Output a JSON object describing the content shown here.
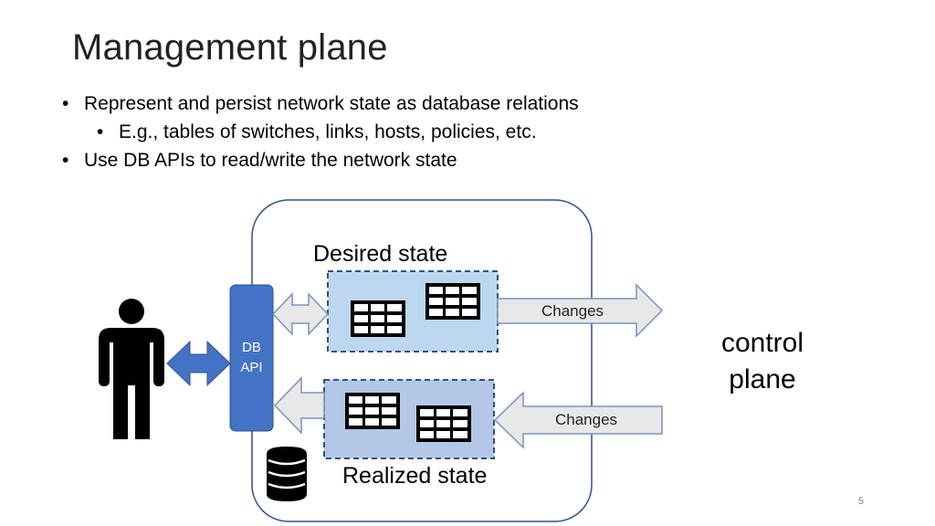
{
  "slide": {
    "title": "Management plane",
    "bullets": [
      "Represent and persist network state as database relations",
      "E.g., tables of switches, links, hosts, policies, etc.",
      "Use DB APIs to read/write the network state"
    ],
    "page_number": "5"
  },
  "diagram": {
    "desired_state_label": "Desired state",
    "realized_state_label": "Realized state",
    "db_api_line1": "DB",
    "db_api_line2": "API",
    "changes_top": "Changes",
    "changes_bottom": "Changes",
    "control_plane_line1": "control",
    "control_plane_line2": "plane",
    "icons": [
      "person-icon",
      "database-icon",
      "table-icon"
    ],
    "colors": {
      "container_border": "#2f4f8f",
      "db_api_fill": "#4472c4",
      "desired_fill": "#bdd7ee",
      "realized_fill": "#b4c7e7",
      "dashed_border": "#2f4f8f",
      "arrow_fill": "#e8e8e8",
      "arrow_stroke": "#7a93b8",
      "user_arrow_fill": "#4472c4"
    }
  }
}
